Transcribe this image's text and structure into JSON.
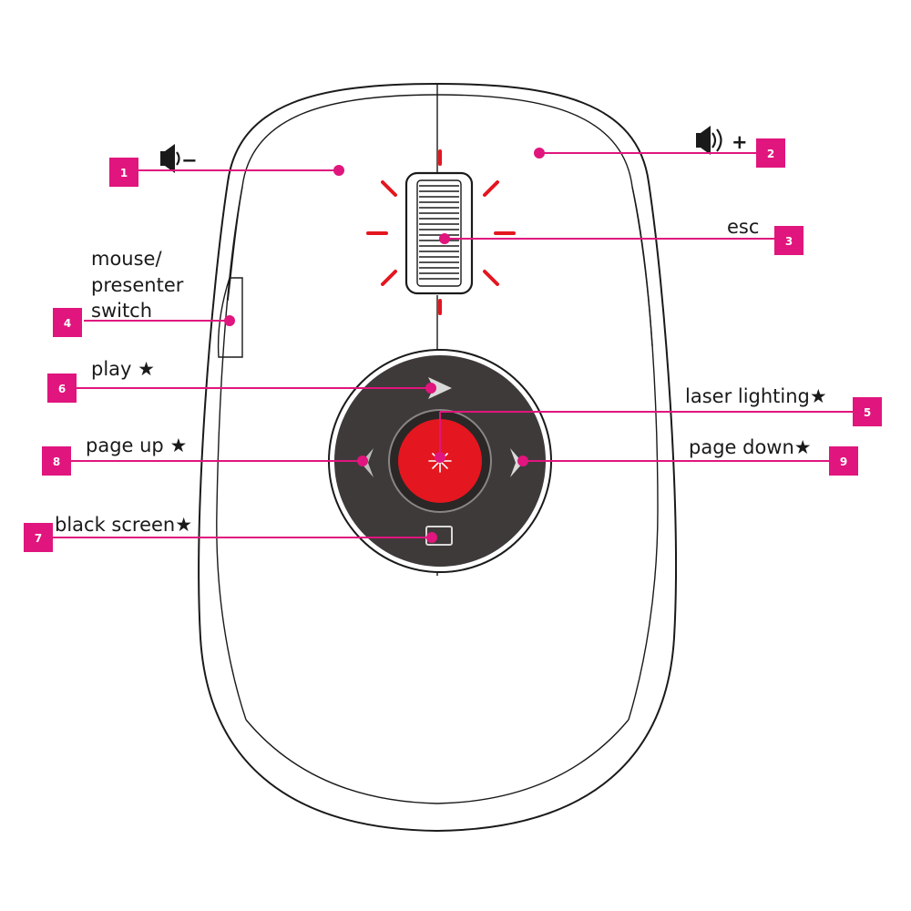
{
  "colors": {
    "accent": "#e0157d",
    "laser_red": "#e4161f",
    "ring_dark": "#3e3a39",
    "outline": "#1a1a1a"
  },
  "icons": {
    "volume_down": "speaker-minus-icon",
    "volume_up": "speaker-plus-icon",
    "play": "arrow-right-icon",
    "page_up": "chevron-left-icon",
    "page_down": "chevron-right-icon",
    "laser": "laser-star-icon",
    "black_screen": "screen-rect-icon"
  },
  "volume_down": {
    "number": "1",
    "sign": "−"
  },
  "volume_up": {
    "number": "2",
    "sign": "+"
  },
  "esc": {
    "number": "3",
    "label": "esc"
  },
  "mode_switch": {
    "number": "4",
    "label_line1": "mouse/",
    "label_line2": "presenter",
    "label_line3": "switch"
  },
  "laser": {
    "number": "5",
    "label": "laser lighting★"
  },
  "play": {
    "number": "6",
    "label": "play ★"
  },
  "black_screen": {
    "number": "7",
    "label": "black screen★"
  },
  "page_up": {
    "number": "8",
    "label": "page up ★"
  },
  "page_down": {
    "number": "9",
    "label": "page down★"
  }
}
